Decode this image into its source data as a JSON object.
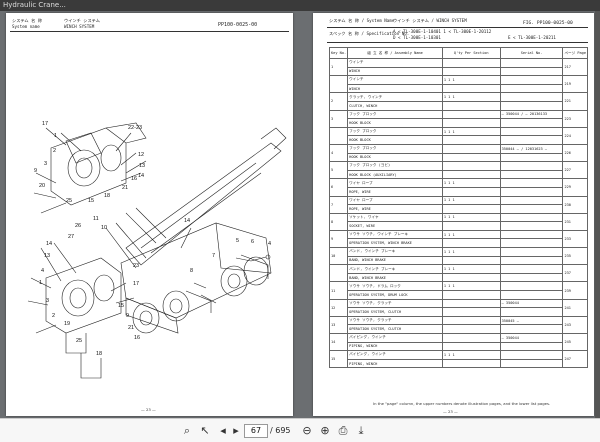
{
  "window": {
    "title": "Hydraulic Crane..."
  },
  "left_page": {
    "header_system_jp": "システム 名 称",
    "header_system_en": "System name",
    "system_name_jp": "ウインチ システム",
    "system_name_en": "WINCH SYSTEM",
    "doc_code": "PP100-0025-00",
    "page_footer": "— 23 —",
    "callouts": [
      "17",
      "22-23",
      "1",
      "2",
      "12",
      "13",
      "14",
      "3",
      "4",
      "19",
      "9",
      "20",
      "18",
      "25",
      "24",
      "15",
      "21",
      "16",
      "26",
      "11",
      "10",
      "12",
      "27",
      "8",
      "14",
      "13",
      "4",
      "1",
      "5",
      "6",
      "3",
      "7",
      "20",
      "2",
      "19",
      "25",
      "23",
      "17",
      "18",
      "15",
      "9",
      "21",
      "16",
      "6",
      "5"
    ]
  },
  "right_page": {
    "system_label": "システム 名 称 / System Name",
    "system_name": "ウインチ システム / WINCH SYSTEM",
    "spec_label": "スペック 名 称 / Specification No.",
    "spec_line1": "A < TL-300E-1-10401    1 < TL-300E-1-20112",
    "spec_line2": "D < TL-300E-1-10301",
    "spec_line3": "E < TL-300E-1-20211",
    "file_code": "FIG. PP100-0025-00",
    "col_key": "Key No.",
    "col_name": "組 立 名 称 / Assembly Name",
    "col_qty": "Q'ty Per Section",
    "col_serial": "Serial No.",
    "col_page": "ページ Page",
    "rows": [
      {
        "key": "1",
        "jp": "ウインチ",
        "en": "WINCH",
        "qty": "",
        "serial": "",
        "page": "217"
      },
      {
        "key": "",
        "jp": "ウインチ",
        "en": "WINCH",
        "qty": "1 1 1",
        "serial": "",
        "page": "219"
      },
      {
        "key": "2",
        "jp": "クラッチ, ウインチ",
        "en": "CLUTCH, WINCH",
        "qty": "1 1 1",
        "serial": "",
        "page": "221"
      },
      {
        "key": "3",
        "jp": "フック ブロック",
        "en": "HOOK BLOCK",
        "qty": "",
        "serial": "— 350044 / — 20136133",
        "page": "223"
      },
      {
        "key": "",
        "jp": "フック ブロック",
        "en": "HOOK BLOCK",
        "qty": "1 1 1",
        "serial": "",
        "page": "224"
      },
      {
        "key": "4",
        "jp": "フック ブロック",
        "en": "HOOK BLOCK",
        "qty": "",
        "serial": "350044 — / 12031623 —",
        "page": "226"
      },
      {
        "key": "5",
        "jp": "フック ブロック (ヨビ)",
        "en": "HOOK BLOCK (AUXILIARY)",
        "qty": "",
        "serial": "",
        "page": "227"
      },
      {
        "key": "6",
        "jp": "ワイヤ ロープ",
        "en": "ROPE, WIRE",
        "qty": "1 1 1",
        "serial": "",
        "page": "229"
      },
      {
        "key": "7",
        "jp": "ワイヤ ロープ",
        "en": "ROPE, WIRE",
        "qty": "1 1 1",
        "serial": "",
        "page": "230"
      },
      {
        "key": "8",
        "jp": "ソケット, ワイヤ",
        "en": "SOCKET, WIRE",
        "qty": "1 1 1",
        "serial": "",
        "page": "231"
      },
      {
        "key": "9",
        "jp": "ソウサ ソウチ, ウインチ ブレーキ",
        "en": "OPERATION SYSTEM, WINCH BRAKE",
        "qty": "1 1 1",
        "serial": "",
        "page": "233"
      },
      {
        "key": "10",
        "jp": "バンド, ウインチ ブレーキ",
        "en": "BAND, WINCH BRAKE",
        "qty": "1 1 1",
        "serial": "",
        "page": "235"
      },
      {
        "key": "",
        "jp": "バンド, ウインチ ブレーキ",
        "en": "BAND, WINCH BRAKE",
        "qty": "1 1 1",
        "serial": "",
        "page": "237"
      },
      {
        "key": "11",
        "jp": "ソウサ ソウチ, ドラム ロック",
        "en": "OPERATION SYSTEM, DRUM LOCK",
        "qty": "1 1 1",
        "serial": "",
        "page": "239"
      },
      {
        "key": "12",
        "jp": "ソウサ ソウチ, クラッチ",
        "en": "OPERATION SYSTEM, CLUTCH",
        "qty": "",
        "serial": "— 350044",
        "page": "241"
      },
      {
        "key": "13",
        "jp": "ソウサ ソウチ, クラッチ",
        "en": "OPERATION SYSTEM, CLUTCH",
        "qty": "",
        "serial": "350045 —",
        "page": "243"
      },
      {
        "key": "14",
        "jp": "パイピング, ウインチ",
        "en": "PIPING, WINCH",
        "qty": "",
        "serial": "— 350044",
        "page": "245"
      },
      {
        "key": "15",
        "jp": "パイピング, ウインチ",
        "en": "PIPING, WINCH",
        "qty": "1 1 1",
        "serial": "",
        "page": "247"
      }
    ],
    "footnote": "In the \"page\" column, the upper numbers denote illustration pages, and the lower list pages.",
    "page_footer": "— 23 —"
  },
  "toolbar": {
    "current_page": "67",
    "total_pages": "/ 695"
  }
}
